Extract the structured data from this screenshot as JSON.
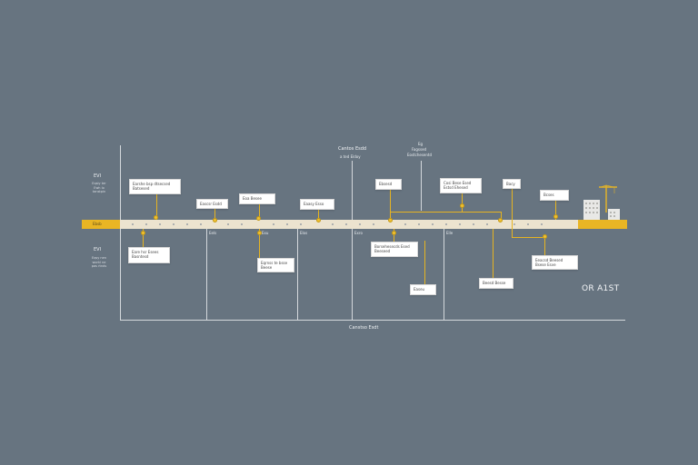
{
  "side": {
    "top_label": "EVI",
    "top_note": "Eqsly ter\nEwh lo\ntanstpin",
    "bottom_label": "EVI",
    "bottom_note": "Eqsy nen\nworkl ne\npas rtnds"
  },
  "track": {
    "start_label": "Ebsb"
  },
  "center_header": {
    "line1": "Cantos Esdd",
    "line2": "a ted Eldoy"
  },
  "right_header": {
    "line1": "Eg",
    "line2": "Fagssed",
    "line3": "Eostchesentd"
  },
  "date_marks": [
    "Eels",
    "Exu",
    "Elos",
    "Exro",
    "Elle"
  ],
  "cards_above": [
    {
      "text": "Earshe bsp dtsecsed\nBatsesed"
    },
    {
      "text": "Eascsr Esdd"
    },
    {
      "text": "Eoa Besee"
    },
    {
      "text": "Eaasy Esso"
    },
    {
      "text": "Ebsesd"
    },
    {
      "text": "Cosi Bese Esed\nEstsd Ehesed"
    },
    {
      "text": "Bacy"
    },
    {
      "text": "Bcses"
    }
  ],
  "cards_below": [
    {
      "text": "Eare hsr Esees\nBasntesd"
    },
    {
      "text": "Eqrnss te bsse\nBeese"
    },
    {
      "text": "Borsehesecds Esed\nBeeseed"
    },
    {
      "text": "Easeu"
    },
    {
      "text": "Beesd Besse"
    },
    {
      "text": "Eeacsd Beesed\nBsese Esve"
    }
  ],
  "right_label": "OR A1ST",
  "footer": "Canstso Esdt",
  "colors": {
    "background": "#677480",
    "accent": "#e9b524",
    "track": "#ece3cf"
  },
  "icons": [
    "building-icon",
    "crane-icon"
  ]
}
